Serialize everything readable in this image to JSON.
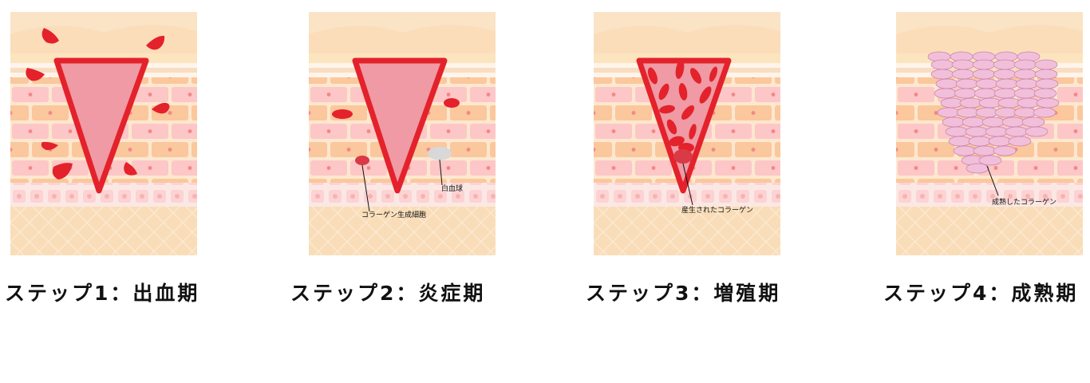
{
  "steps": [
    {
      "caption": "ステップ1：出血期"
    },
    {
      "caption": "ステップ2：炎症期",
      "labels": {
        "fibroblast": "コラーゲン生成細胞",
        "white_blood_cell": "白血球"
      }
    },
    {
      "caption": "ステップ3：増殖期",
      "labels": {
        "new_collagen": "産生されたコラーゲン"
      }
    },
    {
      "caption": "ステップ4：成熟期",
      "labels": {
        "mature_collagen": "成熟したコラーゲン"
      }
    }
  ],
  "colors": {
    "epidermis_top": "#fbe3c6",
    "skin_cell_pink": "#fcc7c6",
    "skin_cell_orange": "#fbc79c",
    "nucleus": "#f4868a",
    "basal_layer": "#fbe8e4",
    "dermis": "#f9ddb8",
    "wound_fill": "#ef9aa4",
    "wound_border": "#e3222c",
    "blood": "#e3222c",
    "fibroblast": "#d93a45",
    "white_blood_cell": "#d8d8d8",
    "collagen": "#f2bfdb",
    "collagen_border": "#c783a7"
  }
}
